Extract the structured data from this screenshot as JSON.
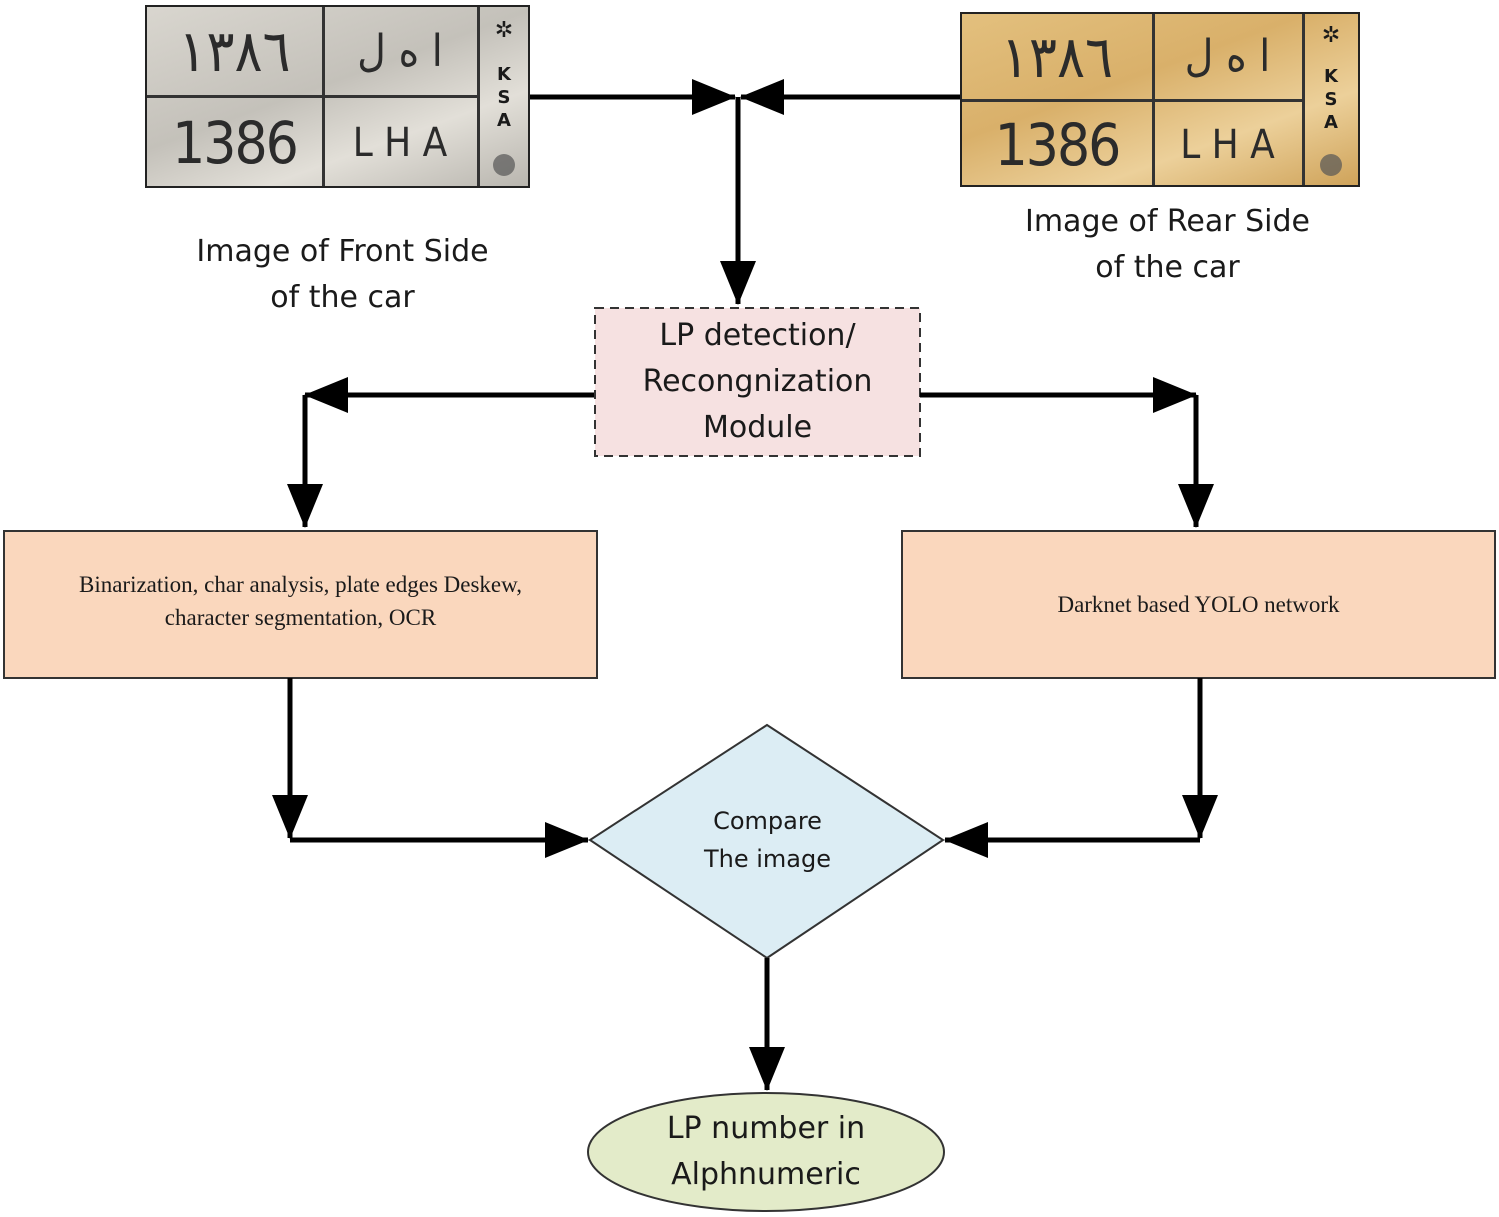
{
  "plates": {
    "front": {
      "arabic_digits": "١٣٨٦",
      "arabic_letters": "ا ه ل",
      "number": "1386",
      "letters": "L H A",
      "country": "KSA"
    },
    "rear": {
      "arabic_digits": "١٣٨٦",
      "arabic_letters": "ا ه ل",
      "number": "1386",
      "letters": "L H A",
      "country": "KSA"
    }
  },
  "captions": {
    "front": [
      "Image of Front Side",
      "of the car"
    ],
    "rear": [
      "Image of Rear Side",
      "of the car"
    ]
  },
  "nodes": {
    "module": [
      "LP detection/",
      "Recongnization",
      "Module"
    ],
    "left_process": [
      "Binarization, char analysis, plate edges Deskew,",
      "character segmentation, OCR"
    ],
    "right_process": "Darknet based YOLO network",
    "compare": [
      "Compare",
      "The image"
    ],
    "output": [
      "LP number in",
      "Alphnumeric"
    ]
  },
  "colors": {
    "module_fill": "#f6e1e1",
    "process_fill": "#fad7bd",
    "compare_fill": "#dcedf4",
    "output_fill": "#e3ebc9",
    "arrow": "#000000"
  }
}
